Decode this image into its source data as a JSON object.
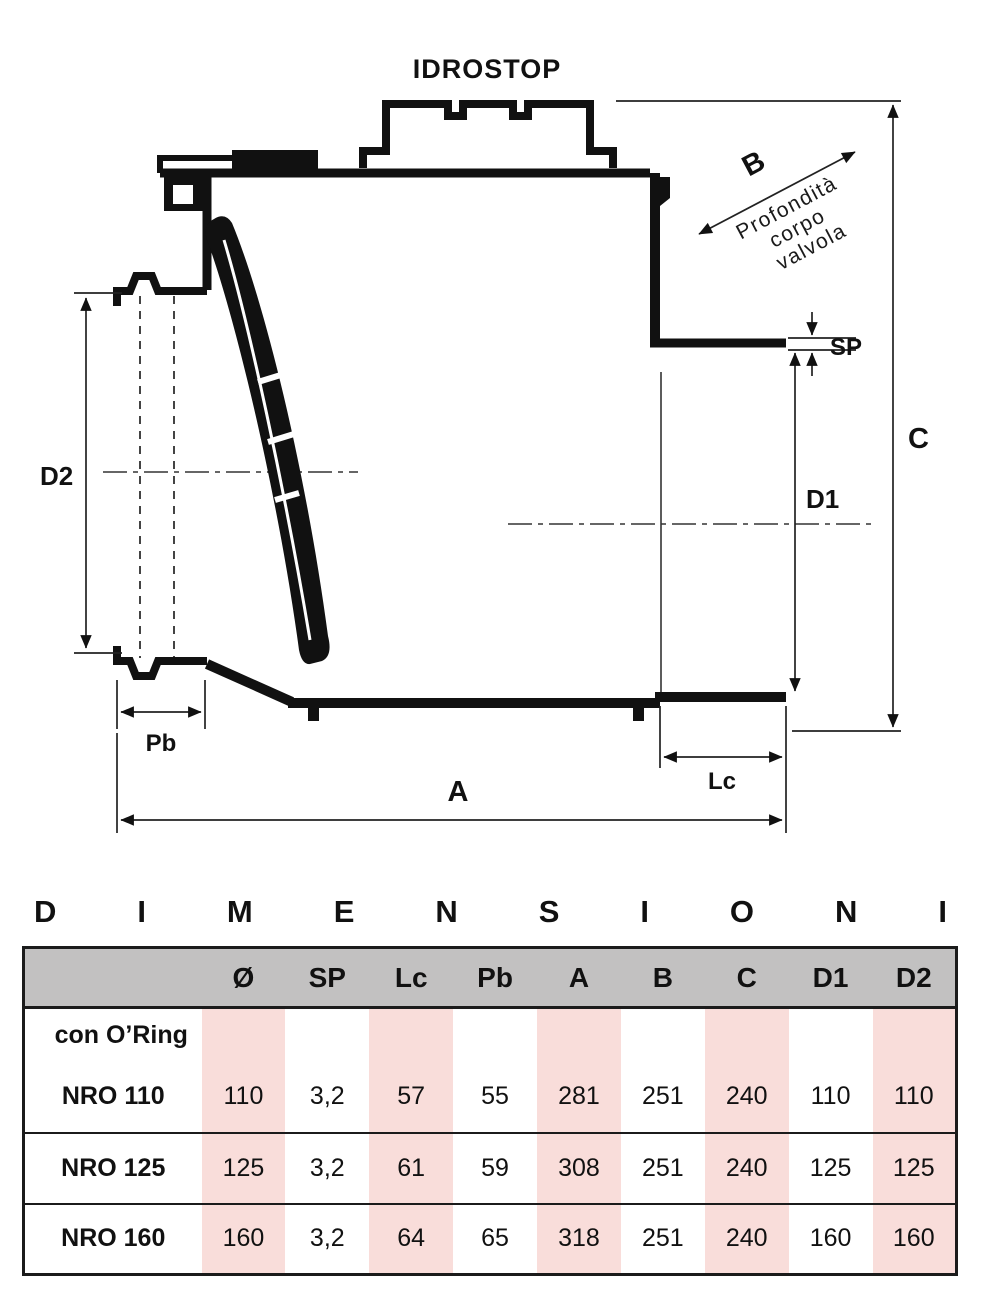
{
  "title": "IDROSTOP",
  "diagram": {
    "labels": {
      "b": "B",
      "note_line1": "Profondità",
      "note_line2": "corpo",
      "note_line3": "valvola",
      "sp": "SP",
      "c": "C",
      "d1": "D1",
      "d2": "D2",
      "pb": "Pb",
      "a": "A",
      "lc": "Lc"
    }
  },
  "section_title": "DIMENSIONI",
  "table": {
    "headers": [
      "",
      "Ø",
      "SP",
      "Lc",
      "Pb",
      "A",
      "B",
      "C",
      "D1",
      "D2"
    ],
    "group_label": "con O’Ring",
    "rows": [
      {
        "label": "NRO 110",
        "values": [
          "110",
          "3,2",
          "57",
          "55",
          "281",
          "251",
          "240",
          "110",
          "110"
        ]
      },
      {
        "label": "NRO 125",
        "values": [
          "125",
          "3,2",
          "61",
          "59",
          "308",
          "251",
          "240",
          "125",
          "125"
        ]
      },
      {
        "label": "NRO 160",
        "values": [
          "160",
          "3,2",
          "64",
          "65",
          "318",
          "251",
          "240",
          "160",
          "160"
        ]
      }
    ],
    "striped_columns": [
      0,
      2,
      4,
      6,
      8
    ],
    "colors": {
      "header_bg": "#c2c1c1",
      "stripe_bg": "#f9ddda",
      "border": "#1b1b1b"
    }
  }
}
